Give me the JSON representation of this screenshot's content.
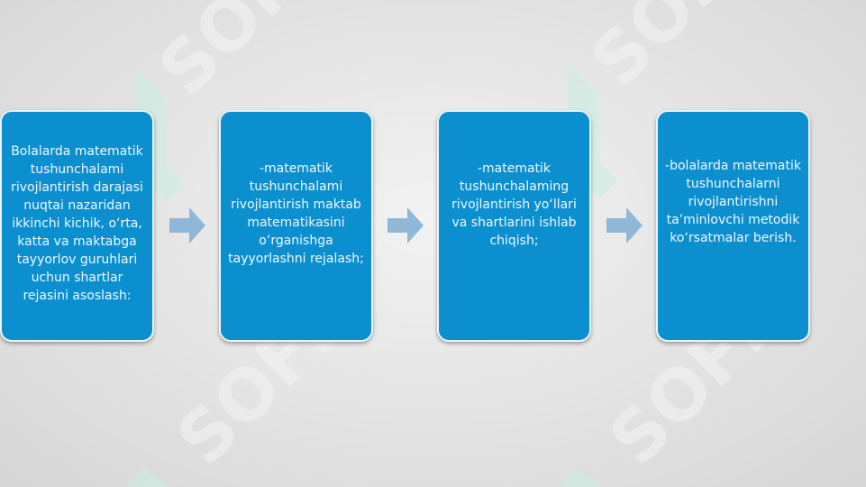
{
  "steps": [
    {
      "text": "Bolalarda matematik\ntushunchalami\nrivojlantirish darajasi\nnuqtai nazaridan\nikkinchi kichik, o‘rta,\nkatta va maktabga\ntayyorlov guruhlari\nuchun shartlar\nrejasini asoslash:"
    },
    {
      "text": "-matematik\ntushunchalami\nrivojlantirish maktab\nmatematikasini\no‘rganishga\ntayyorlashni rejalash;"
    },
    {
      "text": "-matematik\ntushunchalaming\nrivojlantirish yo‘llari\nva shartlarini ishlab\nchiqish;"
    },
    {
      "text": "-bolalarda matematik\ntushunchalarni\nrivojlantirishni\nta’minlovchi metodik\nko‘rsatmalar berish."
    }
  ],
  "watermark": {
    "text": "SOFF"
  },
  "colors": {
    "box_fill": "#0c8fce",
    "box_border": "#e9f4fb",
    "arrow": "#8fb8d8",
    "watermark_text": "#f4f4f4",
    "watermark_mark": "#c9efe2"
  }
}
